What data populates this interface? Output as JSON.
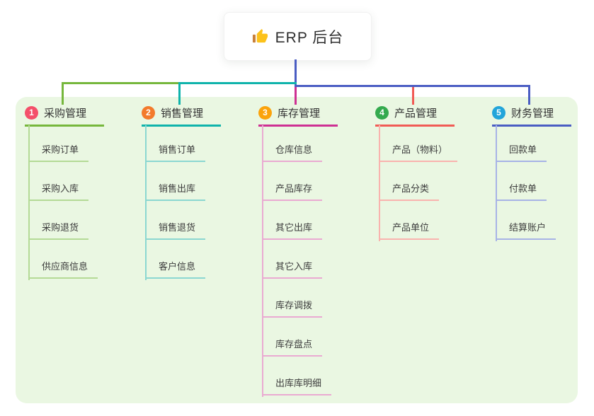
{
  "root": {
    "label": "ERP 后台",
    "icon": "thumbs-up-icon"
  },
  "canvas": {
    "panel_background": "#eaf7e2",
    "root_line_color": "#4a5dc3"
  },
  "branches": [
    {
      "index": "1",
      "label": "采购管理",
      "color": "#76b73c",
      "light_color": "#b4da96",
      "badge_color": "#f4506a",
      "children": [
        "采购订单",
        "采购入库",
        "采购退货",
        "供应商信息"
      ]
    },
    {
      "index": "2",
      "label": "销售管理",
      "color": "#0fb3ab",
      "light_color": "#8bd7d1",
      "badge_color": "#f37a2c",
      "children": [
        "销售订单",
        "销售出库",
        "销售退货",
        "客户信息"
      ]
    },
    {
      "index": "3",
      "label": "库存管理",
      "color": "#ce3093",
      "light_color": "#eaaad2",
      "badge_color": "#fba30b",
      "children": [
        "仓库信息",
        "产品库存",
        "其它出库",
        "其它入库",
        "库存调拨",
        "库存盘点",
        "出库库明细"
      ]
    },
    {
      "index": "4",
      "label": "产品管理",
      "color": "#f15b55",
      "light_color": "#f9b3ae",
      "badge_color": "#34aa4e",
      "children": [
        "产品（物料）",
        "产品分类",
        "产品单位"
      ]
    },
    {
      "index": "5",
      "label": "财务管理",
      "color": "#4a5dc3",
      "light_color": "#a7b3e6",
      "badge_color": "#22a5da",
      "children": [
        "回款单",
        "付款单",
        "结算账户"
      ]
    }
  ]
}
